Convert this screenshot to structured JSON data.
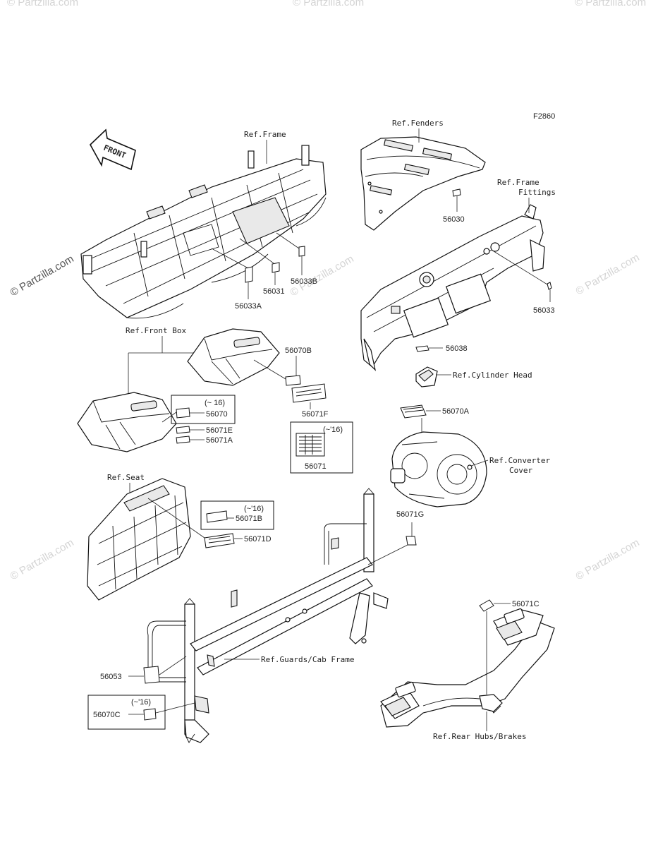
{
  "figure_code": "F2860",
  "front_arrow_label": "FRONT",
  "watermarks": [
    "© Partzilla.com",
    "© Partzilla.com",
    "© Partzilla.com",
    "© Partzilla.com",
    "© Partzilla.com",
    "© Partzilla.com",
    "© Partzilla.com",
    "© Partzilla.com"
  ],
  "references": {
    "frame": "Ref.Frame",
    "fenders": "Ref.Fenders",
    "frame_fittings_1": "Ref.Frame",
    "frame_fittings_2": "Fittings",
    "front_box": "Ref.Front Box",
    "cylinder_head": "Ref.Cylinder Head",
    "converter_cover_1": "Ref.Converter",
    "converter_cover_2": "Cover",
    "seat": "Ref.Seat",
    "guards_cab_frame": "Ref.Guards/Cab Frame",
    "rear_hubs_brakes": "Ref.Rear Hubs/Brakes"
  },
  "parts": {
    "p56033A": "56033A",
    "p56031": "56031",
    "p56033B": "56033B",
    "p56030": "56030",
    "p56033": "56033",
    "p56038": "56038",
    "p56070B": "56070B",
    "p56071F": "56071F",
    "p56070": "56070",
    "p56071E": "56071E",
    "p56071A": "56071A",
    "p56071": "56071",
    "p56070A": "56070A",
    "p56071B": "56071B",
    "p56071D": "56071D",
    "p56071G": "56071G",
    "p56071C": "56071C",
    "p56053": "56053",
    "p56070C": "56070C"
  },
  "year_notes": {
    "n56070": "(~ 16)",
    "n56071": "(~'16)",
    "n56071B": "(~'16)",
    "n56070C": "(~'16)"
  }
}
